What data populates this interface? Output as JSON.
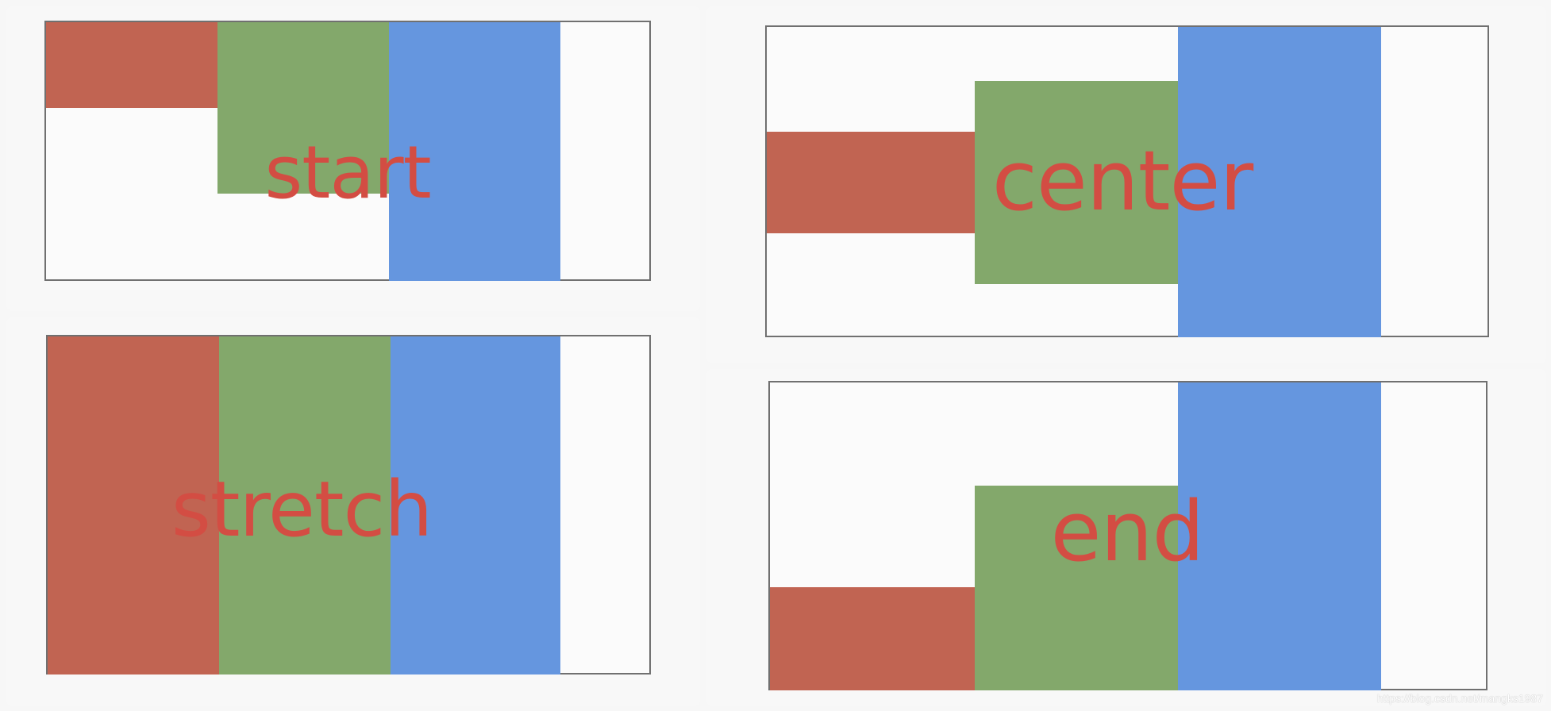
{
  "colors": {
    "item_1": "#c16452",
    "item_2": "#83a86b",
    "item_3": "#6596df",
    "label": "#d34d43",
    "panel_border": "#707070",
    "panel_fill": "#fbfbfb"
  },
  "examples": {
    "start": "start",
    "stretch": "stretch",
    "center": "center",
    "end": "end"
  },
  "watermark": "https://blog.csdn.net/mangks1987"
}
